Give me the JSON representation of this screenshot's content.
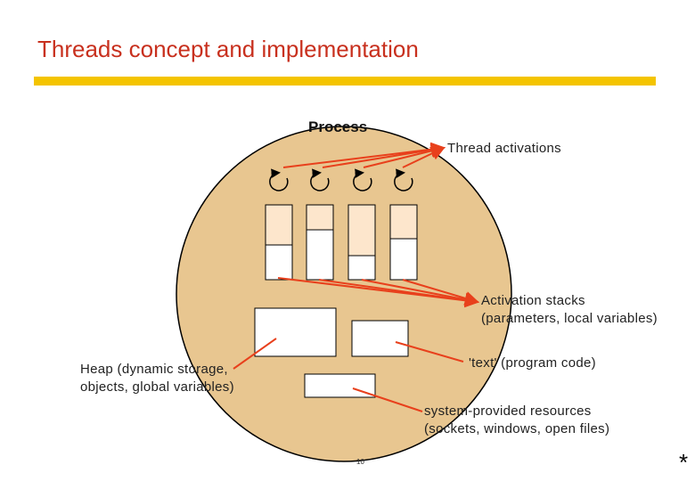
{
  "slide": {
    "title": "Threads concept and implementation"
  },
  "colors": {
    "title": "#c8301e",
    "rule": "#f4c400",
    "process_fill": "#e8c690",
    "stack_top_fill": "#fde6cc",
    "arrow": "#e8401c"
  },
  "diagram": {
    "process_label": "Process",
    "thread_activations_label": "Thread activations",
    "activation_stacks_label": [
      "Activation stacks",
      "(parameters, local variables)"
    ],
    "text_label": "'text' (program code)",
    "heap_label": [
      "Heap (dynamic storage,",
      "objects, global variables)"
    ],
    "resources_label": [
      "system-provided resources",
      "(sockets, windows, open files)"
    ],
    "icons": [
      "thread-activation-icon",
      "thread-activation-icon",
      "thread-activation-icon",
      "thread-activation-icon"
    ]
  },
  "footer": {
    "page_number": "10",
    "marker": "*"
  }
}
